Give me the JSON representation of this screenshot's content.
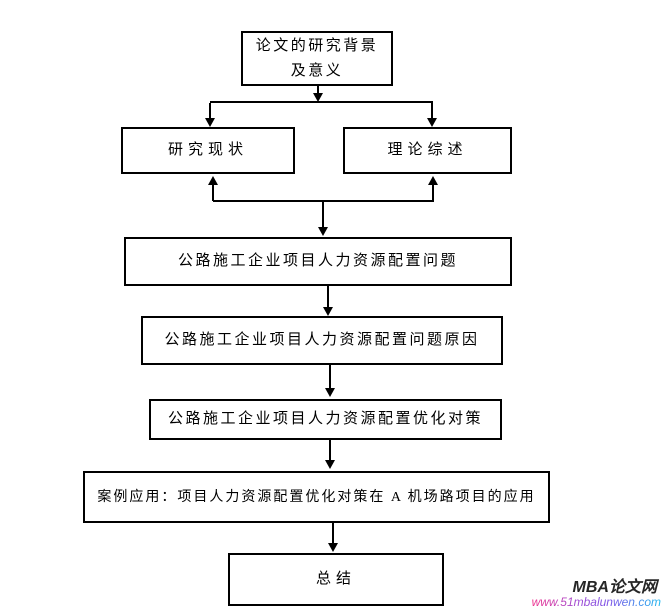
{
  "diagram": {
    "type": "flowchart",
    "background_color": "#ffffff",
    "line_color": "#000000",
    "nodes": {
      "background": {
        "label": "论文的研究背景\n及意义"
      },
      "research_status": {
        "label": "研究现状"
      },
      "theory_review": {
        "label": "理论综述"
      },
      "problem": {
        "label": "公路施工企业项目人力资源配置问题"
      },
      "problem_cause": {
        "label": "公路施工企业项目人力资源配置问题原因"
      },
      "optimization": {
        "label": "公路施工企业项目人力资源配置优化对策"
      },
      "case_application": {
        "label": "案例应用：项目人力资源配置优化对策在 A 机场路项目的应用"
      },
      "summary": {
        "label": "总结"
      }
    },
    "edges": [
      {
        "from": "background",
        "to": "research_status",
        "arrow": "down"
      },
      {
        "from": "background",
        "to": "theory_review",
        "arrow": "down"
      },
      {
        "from": "problem_junction",
        "to": "research_status",
        "arrow": "up"
      },
      {
        "from": "problem_junction",
        "to": "theory_review",
        "arrow": "up"
      },
      {
        "from": "problem_junction",
        "to": "problem",
        "arrow": "down"
      },
      {
        "from": "problem",
        "to": "problem_cause",
        "arrow": "down"
      },
      {
        "from": "problem_cause",
        "to": "optimization",
        "arrow": "down"
      },
      {
        "from": "optimization",
        "to": "case_application",
        "arrow": "down"
      },
      {
        "from": "case_application",
        "to": "summary",
        "arrow": "down"
      }
    ]
  },
  "watermark": {
    "site_name": "MBA论文网",
    "site_url": "www.51mbalunwen.com",
    "name_color": "#262626",
    "url_gradient": [
      "#f0338d",
      "#7b52e8",
      "#1fb9ef"
    ]
  }
}
